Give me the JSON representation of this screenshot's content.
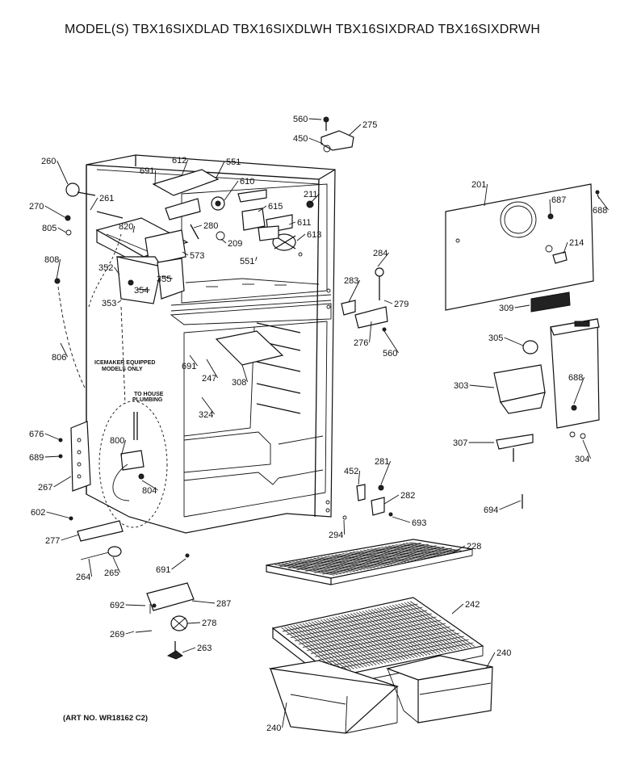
{
  "header": {
    "models": "MODEL(S) TBX16SIXDLAD  TBX16SIXDLWH  TBX16SIXDRAD  TBX16SIXDRWH"
  },
  "footer": {
    "art_no": "(ART NO. WR18162 C2)"
  },
  "notes": {
    "icemaker_line1": "ICEMAKER EQUIPPED",
    "icemaker_line2": "MODELS ONLY",
    "plumbing_line1": "TO HOUSE",
    "plumbing_line2": "PLUMBING"
  },
  "parts": [
    {
      "id": "p560a",
      "text": "560"
    },
    {
      "id": "p275",
      "text": "275"
    },
    {
      "id": "p450",
      "text": "450"
    },
    {
      "id": "p260",
      "text": "260"
    },
    {
      "id": "p612",
      "text": "612"
    },
    {
      "id": "p691a",
      "text": "691"
    },
    {
      "id": "p551a",
      "text": "551"
    },
    {
      "id": "p610",
      "text": "610"
    },
    {
      "id": "p211",
      "text": "211"
    },
    {
      "id": "p201",
      "text": "201"
    },
    {
      "id": "p687",
      "text": "687"
    },
    {
      "id": "p688a",
      "text": "688"
    },
    {
      "id": "p270",
      "text": "270"
    },
    {
      "id": "p261",
      "text": "261"
    },
    {
      "id": "p615",
      "text": "615"
    },
    {
      "id": "p805",
      "text": "805"
    },
    {
      "id": "p820",
      "text": "820"
    },
    {
      "id": "p280",
      "text": "280"
    },
    {
      "id": "p611",
      "text": "611"
    },
    {
      "id": "p209",
      "text": "209"
    },
    {
      "id": "p613",
      "text": "613"
    },
    {
      "id": "p214",
      "text": "214"
    },
    {
      "id": "p573",
      "text": "573"
    },
    {
      "id": "p551b",
      "text": "551"
    },
    {
      "id": "p284",
      "text": "284"
    },
    {
      "id": "p808",
      "text": "808"
    },
    {
      "id": "p352",
      "text": "352"
    },
    {
      "id": "p355",
      "text": "355"
    },
    {
      "id": "p354",
      "text": "354"
    },
    {
      "id": "p283",
      "text": "283"
    },
    {
      "id": "p353",
      "text": "353"
    },
    {
      "id": "p279",
      "text": "279"
    },
    {
      "id": "p309",
      "text": "309"
    },
    {
      "id": "p305",
      "text": "305"
    },
    {
      "id": "p276",
      "text": "276"
    },
    {
      "id": "p560b",
      "text": "560"
    },
    {
      "id": "p691b",
      "text": "691"
    },
    {
      "id": "p806",
      "text": "806"
    },
    {
      "id": "p247",
      "text": "247"
    },
    {
      "id": "p308",
      "text": "308"
    },
    {
      "id": "p303",
      "text": "303"
    },
    {
      "id": "p688b",
      "text": "688"
    },
    {
      "id": "p324",
      "text": "324"
    },
    {
      "id": "p676",
      "text": "676"
    },
    {
      "id": "p800",
      "text": "800"
    },
    {
      "id": "p307",
      "text": "307"
    },
    {
      "id": "p304",
      "text": "304"
    },
    {
      "id": "p689",
      "text": "689"
    },
    {
      "id": "p281",
      "text": "281"
    },
    {
      "id": "p452",
      "text": "452"
    },
    {
      "id": "p267",
      "text": "267"
    },
    {
      "id": "p804",
      "text": "804"
    },
    {
      "id": "p282",
      "text": "282"
    },
    {
      "id": "p694",
      "text": "694"
    },
    {
      "id": "p602",
      "text": "602"
    },
    {
      "id": "p693",
      "text": "693"
    },
    {
      "id": "p294",
      "text": "294"
    },
    {
      "id": "p277",
      "text": "277"
    },
    {
      "id": "p228",
      "text": "228"
    },
    {
      "id": "p691c",
      "text": "691"
    },
    {
      "id": "p264",
      "text": "264"
    },
    {
      "id": "p265",
      "text": "265"
    },
    {
      "id": "p287",
      "text": "287"
    },
    {
      "id": "p242",
      "text": "242"
    },
    {
      "id": "p692",
      "text": "692"
    },
    {
      "id": "p278",
      "text": "278"
    },
    {
      "id": "p269",
      "text": "269"
    },
    {
      "id": "p263",
      "text": "263"
    },
    {
      "id": "p240a",
      "text": "240"
    },
    {
      "id": "p240b",
      "text": "240"
    }
  ]
}
